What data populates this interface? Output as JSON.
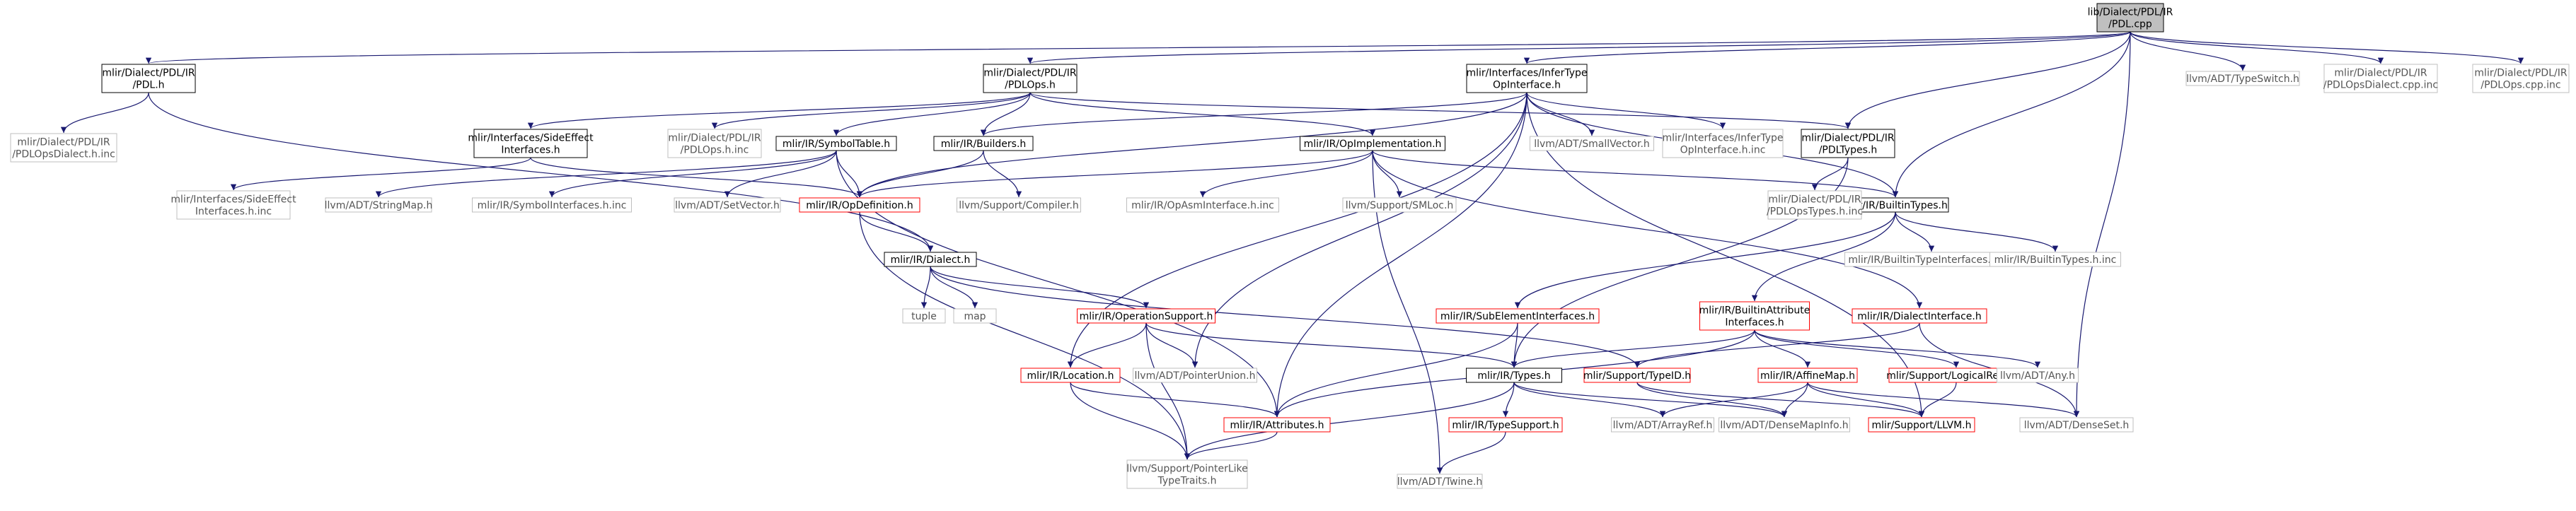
{
  "colors": {
    "edge": "#191970",
    "box_black": "#000000",
    "box_gray": "#bfbfbf",
    "box_red": "#ff0000",
    "root_fill": "#bfbfbf",
    "text": "#000000"
  },
  "nodes": [
    {
      "id": "root",
      "lines": [
        "lib/Dialect/PDL/IR",
        "/PDL.cpp"
      ],
      "style": "root"
    },
    {
      "id": "pdl_h",
      "lines": [
        "mlir/Dialect/PDL/IR",
        "/PDL.h"
      ],
      "style": "black"
    },
    {
      "id": "pdlops_h",
      "lines": [
        "mlir/Dialect/PDL/IR",
        "/PDLOps.h"
      ],
      "style": "black"
    },
    {
      "id": "infertype",
      "lines": [
        "mlir/Interfaces/InferType",
        "OpInterface.h"
      ],
      "style": "black"
    },
    {
      "id": "typeswitch",
      "lines": [
        "llvm/ADT/TypeSwitch.h"
      ],
      "style": "gray"
    },
    {
      "id": "pdlopsdialect_cpp",
      "lines": [
        "mlir/Dialect/PDL/IR",
        "/PDLOpsDialect.cpp.inc"
      ],
      "style": "gray"
    },
    {
      "id": "pdlops_cpp",
      "lines": [
        "mlir/Dialect/PDL/IR",
        "/PDLOps.cpp.inc"
      ],
      "style": "gray"
    },
    {
      "id": "pdlopsdialect_h",
      "lines": [
        "mlir/Dialect/PDL/IR",
        "/PDLOpsDialect.h.inc"
      ],
      "style": "gray"
    },
    {
      "id": "sideeffect",
      "lines": [
        "mlir/Interfaces/SideEffect",
        "Interfaces.h"
      ],
      "style": "black"
    },
    {
      "id": "pdlops_hinc",
      "lines": [
        "mlir/Dialect/PDL/IR",
        "/PDLOps.h.inc"
      ],
      "style": "gray"
    },
    {
      "id": "symboltable",
      "lines": [
        "mlir/IR/SymbolTable.h"
      ],
      "style": "black"
    },
    {
      "id": "builders",
      "lines": [
        "mlir/IR/Builders.h"
      ],
      "style": "black"
    },
    {
      "id": "opimpl",
      "lines": [
        "mlir/IR/OpImplementation.h"
      ],
      "style": "black"
    },
    {
      "id": "smallvector",
      "lines": [
        "llvm/ADT/SmallVector.h"
      ],
      "style": "gray"
    },
    {
      "id": "infertype_inc",
      "lines": [
        "mlir/Interfaces/InferType",
        "OpInterface.h.inc"
      ],
      "style": "gray"
    },
    {
      "id": "pdltypes",
      "lines": [
        "mlir/Dialect/PDL/IR",
        "/PDLTypes.h"
      ],
      "style": "black"
    },
    {
      "id": "sideeffect_inc",
      "lines": [
        "mlir/Interfaces/SideEffect",
        "Interfaces.h.inc"
      ],
      "style": "gray"
    },
    {
      "id": "stringmap",
      "lines": [
        "llvm/ADT/StringMap.h"
      ],
      "style": "gray"
    },
    {
      "id": "symbolinterfaces",
      "lines": [
        "mlir/IR/SymbolInterfaces.h.inc"
      ],
      "style": "gray"
    },
    {
      "id": "setvector",
      "lines": [
        "llvm/ADT/SetVector.h"
      ],
      "style": "gray"
    },
    {
      "id": "opdefinition",
      "lines": [
        "mlir/IR/OpDefinition.h"
      ],
      "style": "red"
    },
    {
      "id": "compiler",
      "lines": [
        "llvm/Support/Compiler.h"
      ],
      "style": "gray"
    },
    {
      "id": "opasminterface",
      "lines": [
        "mlir/IR/OpAsmInterface.h.inc"
      ],
      "style": "gray"
    },
    {
      "id": "smloc",
      "lines": [
        "llvm/Support/SMLoc.h"
      ],
      "style": "gray"
    },
    {
      "id": "builtintypes",
      "lines": [
        "mlir/IR/BuiltinTypes.h"
      ],
      "style": "black"
    },
    {
      "id": "pdlopstypes",
      "lines": [
        "mlir/Dialect/PDL/IR",
        "/PDLOpsTypes.h.inc"
      ],
      "style": "gray"
    },
    {
      "id": "dialect",
      "lines": [
        "mlir/IR/Dialect.h"
      ],
      "style": "black"
    },
    {
      "id": "builtintypeinterfaces",
      "lines": [
        "mlir/IR/BuiltinTypeInterfaces.h.inc"
      ],
      "style": "gray"
    },
    {
      "id": "builtintypes_inc",
      "lines": [
        "mlir/IR/BuiltinTypes.h.inc"
      ],
      "style": "gray"
    },
    {
      "id": "tuple",
      "lines": [
        "tuple"
      ],
      "style": "gray"
    },
    {
      "id": "map",
      "lines": [
        "map"
      ],
      "style": "gray"
    },
    {
      "id": "opsupport",
      "lines": [
        "mlir/IR/OperationSupport.h"
      ],
      "style": "red"
    },
    {
      "id": "subelement",
      "lines": [
        "mlir/IR/SubElementInterfaces.h"
      ],
      "style": "red"
    },
    {
      "id": "builtinattr",
      "lines": [
        "mlir/IR/BuiltinAttribute",
        "Interfaces.h"
      ],
      "style": "red"
    },
    {
      "id": "dialectinterface",
      "lines": [
        "mlir/IR/DialectInterface.h"
      ],
      "style": "red"
    },
    {
      "id": "location",
      "lines": [
        "mlir/IR/Location.h"
      ],
      "style": "red"
    },
    {
      "id": "pointerunion",
      "lines": [
        "llvm/ADT/PointerUnion.h"
      ],
      "style": "gray"
    },
    {
      "id": "types",
      "lines": [
        "mlir/IR/Types.h"
      ],
      "style": "black"
    },
    {
      "id": "typeid",
      "lines": [
        "mlir/Support/TypeID.h"
      ],
      "style": "red"
    },
    {
      "id": "affinemap",
      "lines": [
        "mlir/IR/AffineMap.h"
      ],
      "style": "red"
    },
    {
      "id": "logicalresult",
      "lines": [
        "mlir/Support/LogicalResult.h"
      ],
      "style": "red"
    },
    {
      "id": "any",
      "lines": [
        "llvm/ADT/Any.h"
      ],
      "style": "gray"
    },
    {
      "id": "attributes",
      "lines": [
        "mlir/IR/Attributes.h"
      ],
      "style": "red"
    },
    {
      "id": "typesupport",
      "lines": [
        "mlir/IR/TypeSupport.h"
      ],
      "style": "red"
    },
    {
      "id": "arrayref",
      "lines": [
        "llvm/ADT/ArrayRef.h"
      ],
      "style": "gray"
    },
    {
      "id": "densemapinfo",
      "lines": [
        "llvm/ADT/DenseMapInfo.h"
      ],
      "style": "gray"
    },
    {
      "id": "llvm_h",
      "lines": [
        "mlir/Support/LLVM.h"
      ],
      "style": "red"
    },
    {
      "id": "denseset",
      "lines": [
        "llvm/ADT/DenseSet.h"
      ],
      "style": "gray"
    },
    {
      "id": "pointerlike",
      "lines": [
        "llvm/Support/PointerLike",
        "TypeTraits.h"
      ],
      "style": "gray"
    },
    {
      "id": "twine",
      "lines": [
        "llvm/ADT/Twine.h"
      ],
      "style": "gray"
    }
  ]
}
